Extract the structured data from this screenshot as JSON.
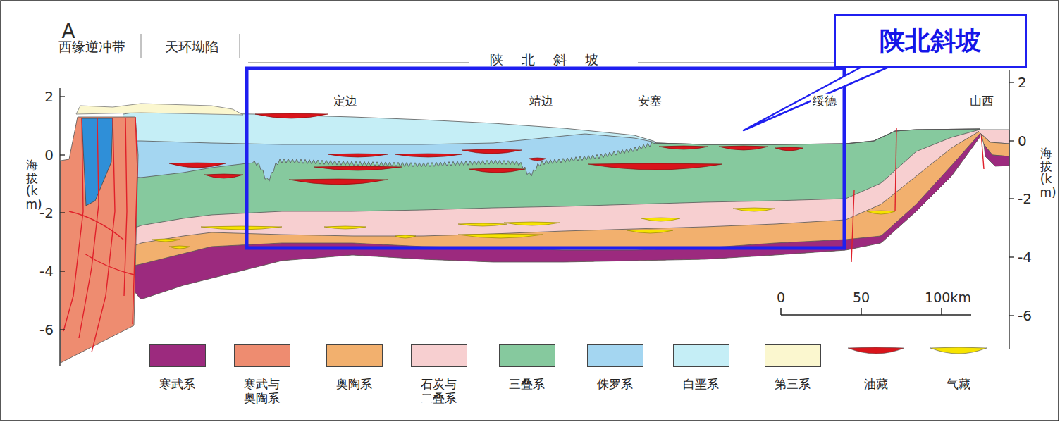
{
  "diagram": {
    "nodes": [
      {
        "text": [
          "陕北斜坡"
        ]
      }
    ],
    "labels": [
      "A",
      "西缘逆冲带",
      "天环坳陷",
      "陕北斜坡",
      "定边",
      "靖边",
      "安塞",
      "绥德",
      "山西",
      "2",
      "0",
      "-2",
      "-4",
      "-6",
      "海拔(km)",
      "2",
      "0",
      "-2",
      "-4",
      "-6",
      "海拔(km)",
      "0",
      "50",
      "100km"
    ],
    "legend": [
      {
        "text": "寒武系",
        "color": "#9C2A7E"
      },
      {
        "text": "寒武与奥陶系",
        "color": "#EE8C70"
      },
      {
        "text": "奥陶系",
        "color": "#F2B06E"
      },
      {
        "text": "石炭与二叠系",
        "color": "#F7CFD0"
      },
      {
        "text": "三叠系",
        "color": "#86C99E"
      },
      {
        "text": "侏罗系",
        "color": "#A4D6F1"
      },
      {
        "text": "白垩系",
        "color": "#C5EEF6"
      },
      {
        "text": "第三系",
        "color": "#FBF7CF"
      },
      {
        "text": "油藏"
      },
      {
        "text": "气藏"
      }
    ]
  }
}
